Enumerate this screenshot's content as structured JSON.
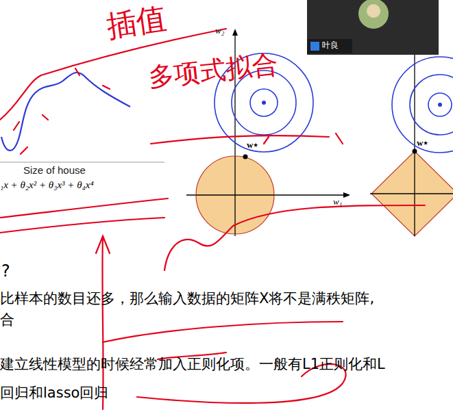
{
  "diagram": {
    "labels": [
      "插值",
      "多项式拟合",
      "w₂",
      "w⋆",
      "w⋆",
      "w₁",
      "Size of house",
      "₁x + θ₂x² + θ₃x³ + θ₄x⁴",
      "?",
      "比样本的数目还多，那么输入数据的矩阵X将不是满秩矩阵,",
      "合",
      "建立线性模型的时候经常加入正则化项。一般有L1正则化和L",
      "回归和lasso回归",
      "叶良"
    ]
  }
}
